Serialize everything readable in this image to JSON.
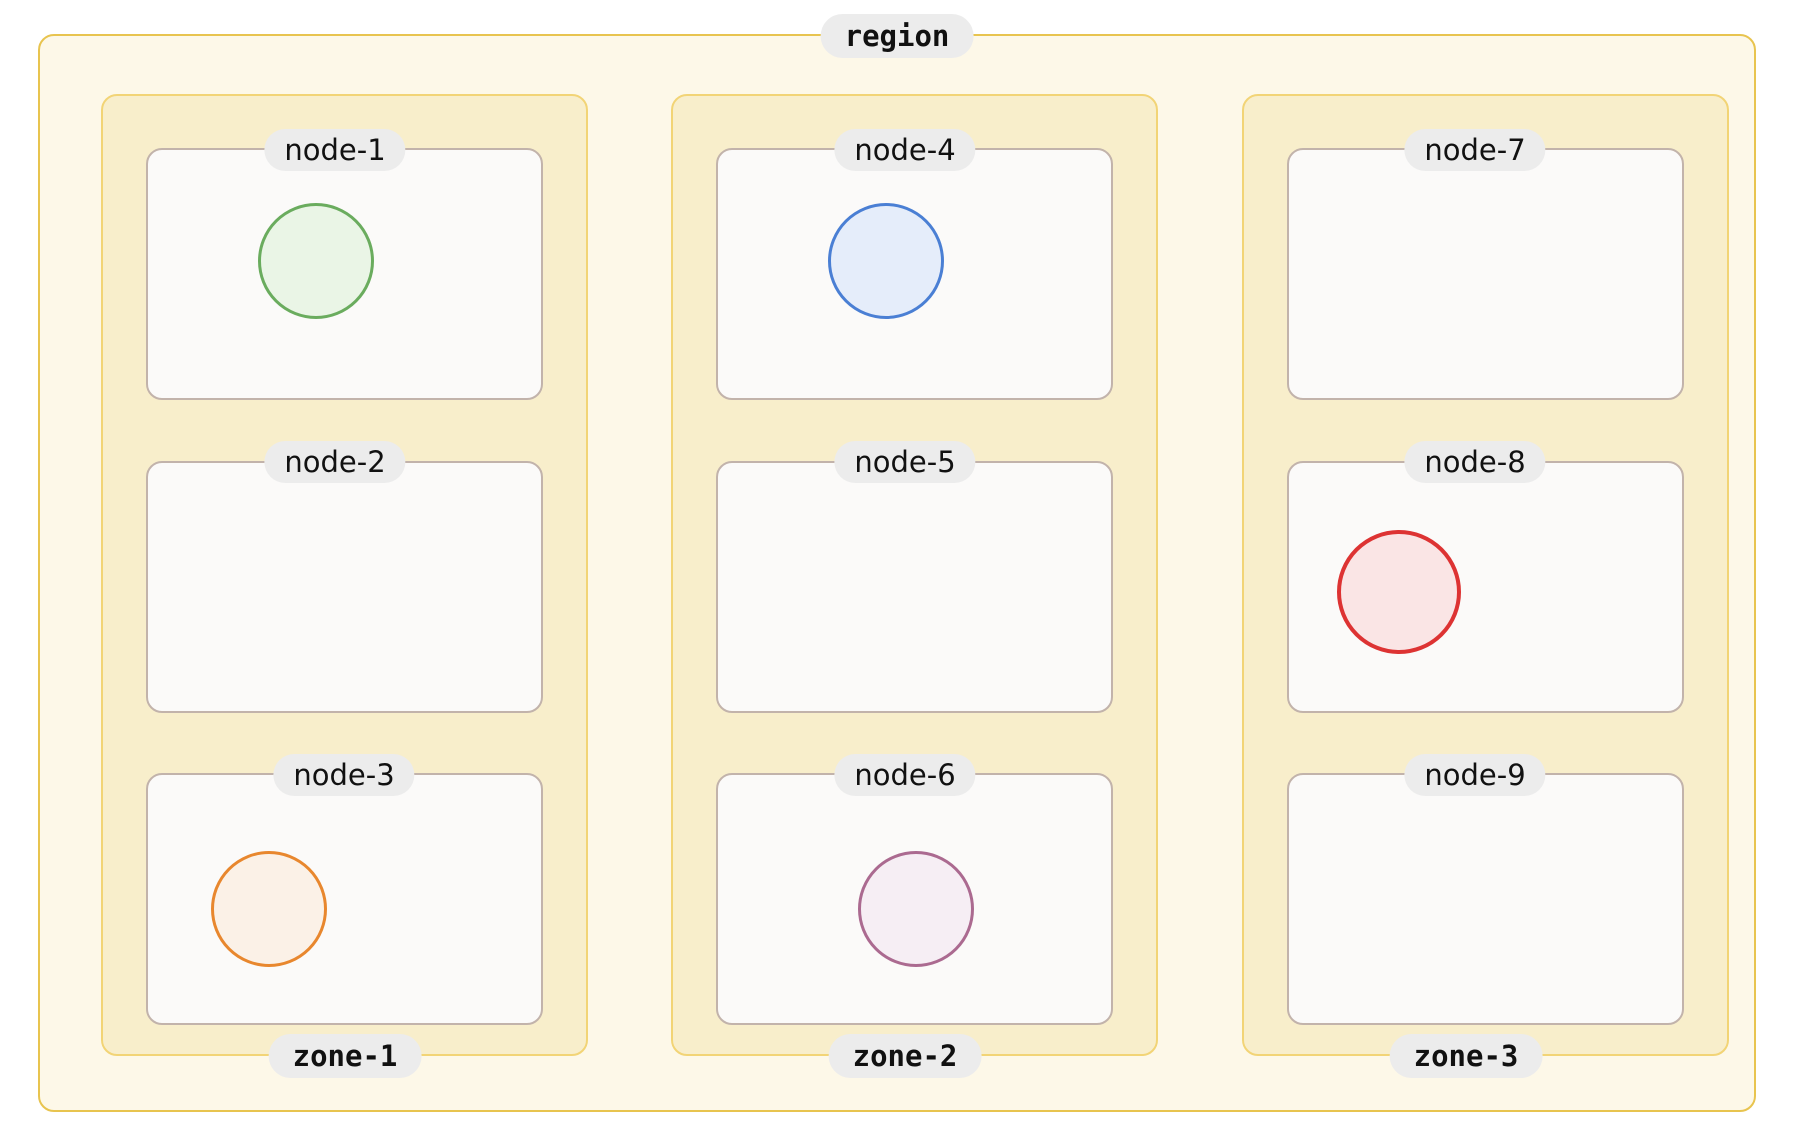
{
  "diagram": {
    "type": "nested-container-diagram",
    "region": {
      "label": "region",
      "fill": "#fdf8e8",
      "border": "#e8c44f"
    },
    "zone_style": {
      "fill": "#f8eecb",
      "border": "#f2d476"
    },
    "node_style": {
      "fill": "#fbfaf9",
      "border": "#c2b3ab"
    },
    "label_pill": {
      "fill": "#ececec",
      "text": "#111111"
    },
    "zones": [
      {
        "label": "zone-1",
        "nodes": [
          {
            "label": "node-1",
            "circle": {
              "present": true,
              "stroke": "#6aac5e",
              "fill": "#eaf5e6"
            }
          },
          {
            "label": "node-2",
            "circle": {
              "present": false,
              "stroke": "",
              "fill": ""
            }
          },
          {
            "label": "node-3",
            "circle": {
              "present": true,
              "stroke": "#e8872e",
              "fill": "#fbf1e7"
            }
          }
        ]
      },
      {
        "label": "zone-2",
        "nodes": [
          {
            "label": "node-4",
            "circle": {
              "present": true,
              "stroke": "#4a7fd4",
              "fill": "#e5edfa"
            }
          },
          {
            "label": "node-5",
            "circle": {
              "present": false,
              "stroke": "",
              "fill": ""
            }
          },
          {
            "label": "node-6",
            "circle": {
              "present": true,
              "stroke": "#ab6a90",
              "fill": "#f6eef4"
            }
          }
        ]
      },
      {
        "label": "zone-3",
        "nodes": [
          {
            "label": "node-7",
            "circle": {
              "present": false,
              "stroke": "",
              "fill": ""
            }
          },
          {
            "label": "node-8",
            "circle": {
              "present": true,
              "stroke": "#dd3333",
              "fill": "#fae5e5"
            }
          },
          {
            "label": "node-9",
            "circle": {
              "present": false,
              "stroke": "",
              "fill": ""
            }
          }
        ]
      }
    ]
  }
}
